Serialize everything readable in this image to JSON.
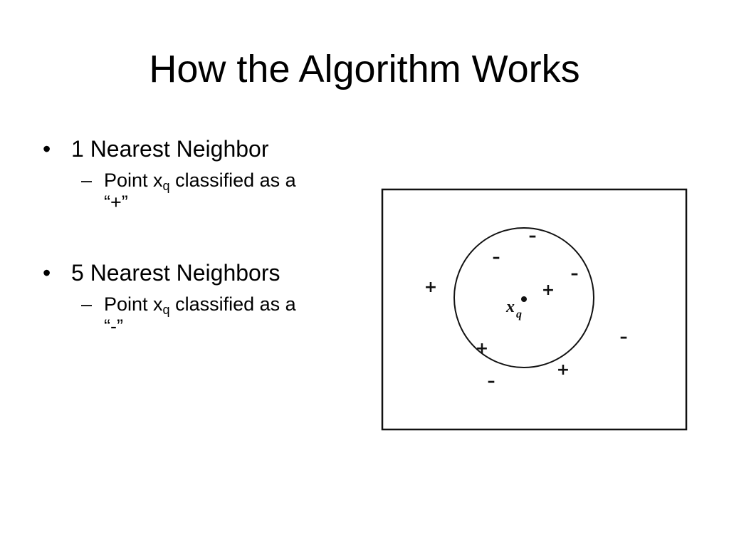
{
  "slide": {
    "title": "How the Algorithm Works"
  },
  "bullets": [
    {
      "marker": "•",
      "text": "1 Nearest Neighbor",
      "sub": {
        "marker": "–",
        "prefix": "Point x",
        "subscript": "q",
        "suffix": " classified as a",
        "line2": "“+”"
      }
    },
    {
      "marker": "•",
      "text": "5 Nearest Neighbors",
      "sub": {
        "marker": "–",
        "prefix": "Point x",
        "subscript": "q",
        "suffix": " classified as a",
        "line2": "“-”"
      }
    }
  ],
  "figure": {
    "query_label": "x",
    "query_subscript": "q",
    "points": [
      {
        "label": "+"
      },
      {
        "label": "+"
      },
      {
        "label": "+"
      },
      {
        "label": "+"
      },
      {
        "label": "–"
      },
      {
        "label": "–"
      },
      {
        "label": "–"
      },
      {
        "label": "–"
      },
      {
        "label": "–"
      }
    ]
  }
}
